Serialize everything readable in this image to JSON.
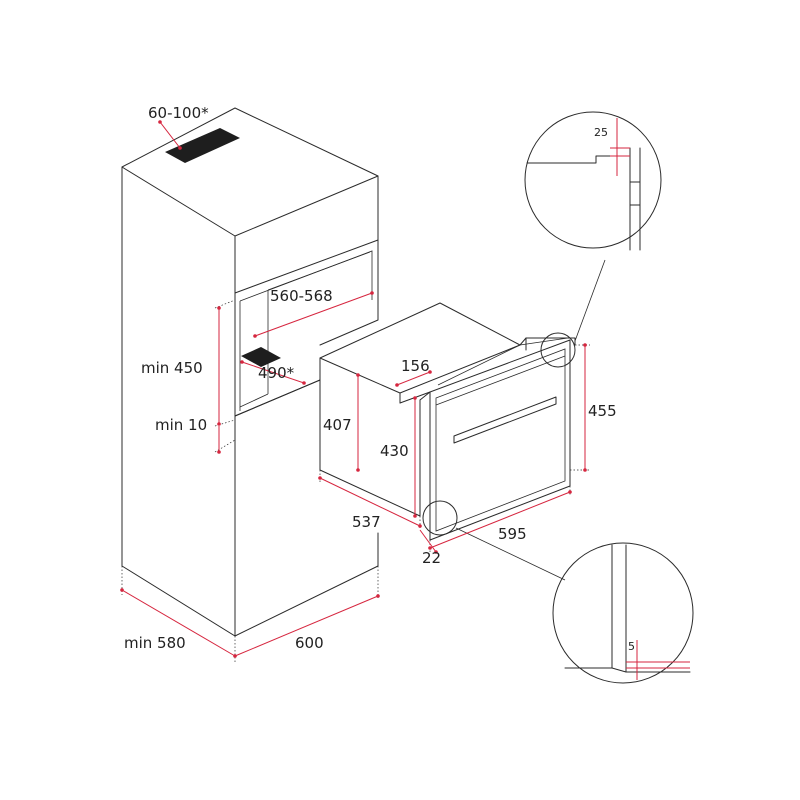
{
  "labels": {
    "top_vent": "60-100*",
    "niche_width": "560-568",
    "floor_vent": "490*",
    "niche_height": "min 450",
    "min_gap": "min 10",
    "cabinet_depth": "min 580",
    "cabinet_width": "600",
    "oven_depth": "537",
    "oven_body_h": "407",
    "oven_front_h": "430",
    "front_offset": "156",
    "oven_total_h": "455",
    "oven_width": "595",
    "front_thickness": "22",
    "detail_top_gap": "25",
    "detail_bottom_gap": "5"
  },
  "colors": {
    "dimension": "#d6263f",
    "outline": "#2b2b2b",
    "vent": "#1e1e1e"
  }
}
